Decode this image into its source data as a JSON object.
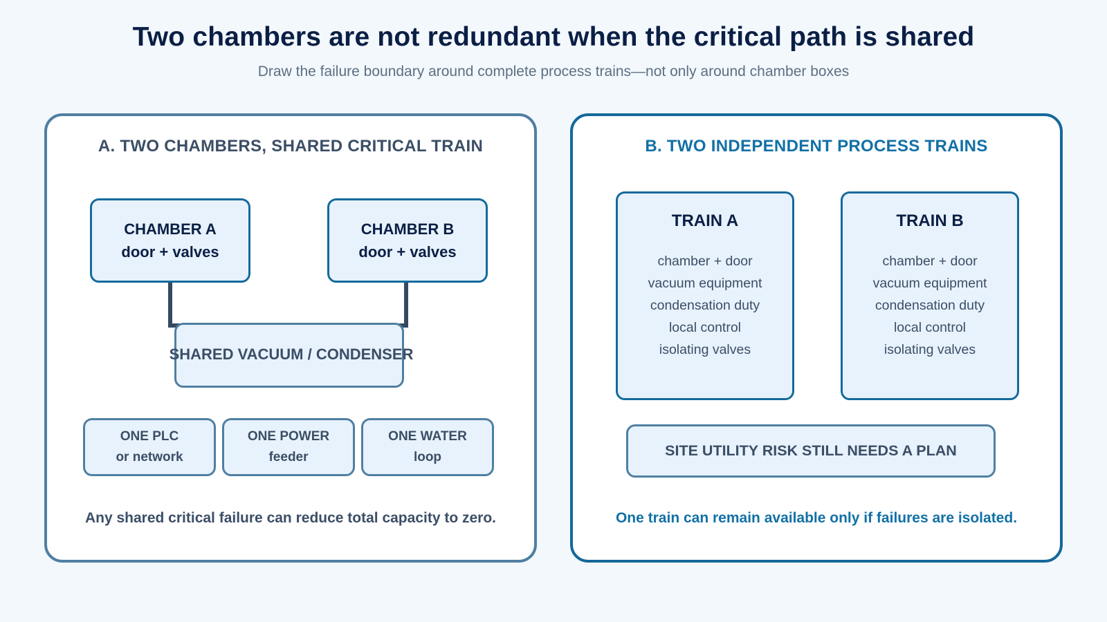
{
  "header": {
    "title": "Two chambers are not redundant when the critical path is shared",
    "subtitle": "Draw the failure boundary around complete process trains—not only around chamber boxes"
  },
  "panel_a": {
    "heading": "A. TWO CHAMBERS, SHARED CRITICAL TRAIN",
    "chambers": [
      {
        "name": "CHAMBER A",
        "detail": "door + valves"
      },
      {
        "name": "CHAMBER B",
        "detail": "door + valves"
      }
    ],
    "shared": "SHARED VACUUM / CONDENSER",
    "utilities": [
      {
        "line1": "ONE PLC",
        "line2": "or network"
      },
      {
        "line1": "ONE POWER",
        "line2": "feeder"
      },
      {
        "line1": "ONE WATER",
        "line2": "loop"
      }
    ],
    "footnote": "Any shared critical failure can reduce total capacity to zero."
  },
  "panel_b": {
    "heading": "B. TWO INDEPENDENT PROCESS TRAINS",
    "trains": [
      {
        "name": "TRAIN A",
        "items": [
          "chamber + door",
          "vacuum equipment",
          "condensation duty",
          "local control",
          "isolating valves"
        ]
      },
      {
        "name": "TRAIN B",
        "items": [
          "chamber + door",
          "vacuum equipment",
          "condensation duty",
          "local control",
          "isolating valves"
        ]
      }
    ],
    "site_risk": "SITE UTILITY RISK STILL NEEDS A PLAN",
    "footnote": "One train can remain available only if failures are isolated."
  },
  "colors": {
    "background": "#f3f8fd",
    "title": "#0b1f45",
    "panel_a_border": "#4f7fa2",
    "panel_b_border": "#15689a",
    "accent_blue": "#1270a6",
    "box_fill": "#e8f2fc",
    "connector": "#344a63"
  }
}
